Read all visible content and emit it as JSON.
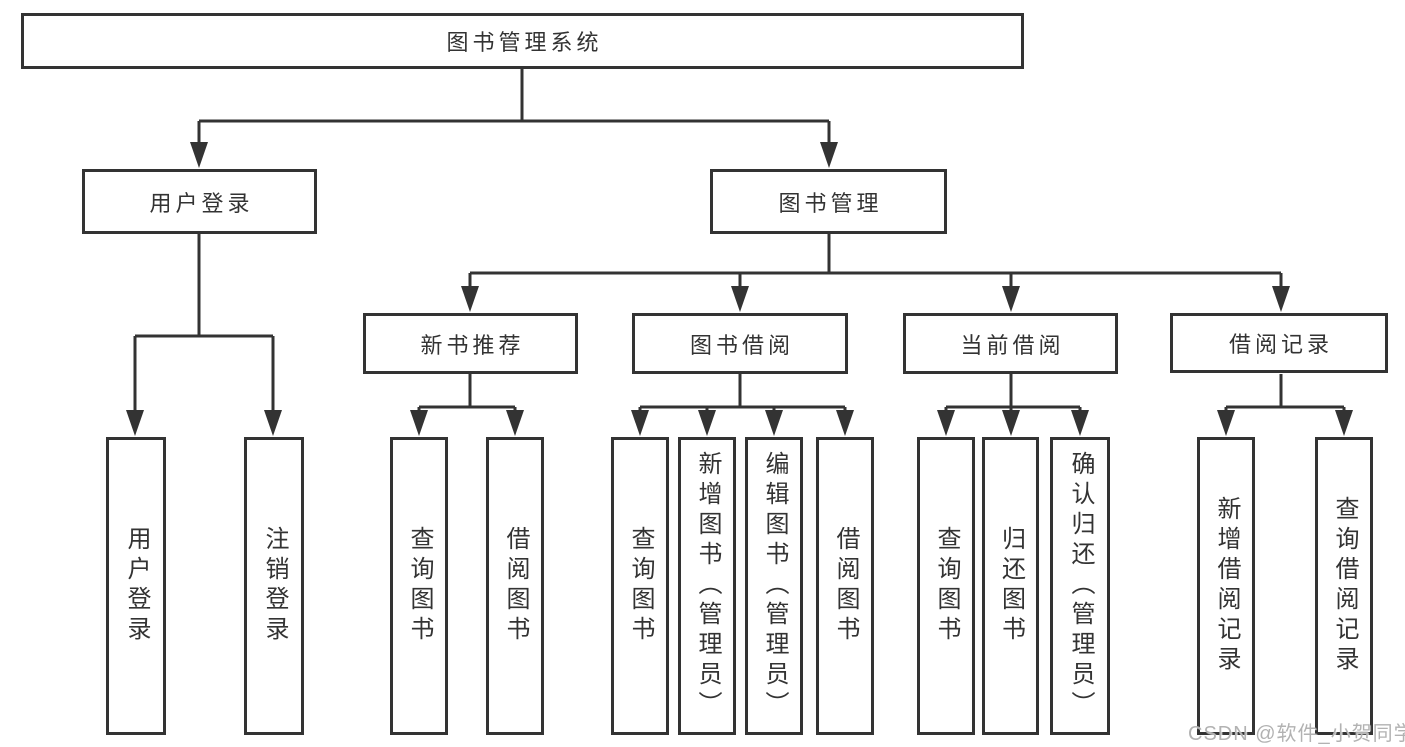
{
  "tree": {
    "label": "图书管理系统",
    "children": [
      {
        "label": "用户登录",
        "children": [
          {
            "label": "用户登录"
          },
          {
            "label": "注销登录"
          }
        ]
      },
      {
        "label": "图书管理",
        "children": [
          {
            "label": "新书推荐",
            "children": [
              {
                "label": "查询图书"
              },
              {
                "label": "借阅图书"
              }
            ]
          },
          {
            "label": "图书借阅",
            "children": [
              {
                "label": "查询图书"
              },
              {
                "label": "新增图书（管理员）"
              },
              {
                "label": "编辑图书（管理员）"
              },
              {
                "label": "借阅图书"
              }
            ]
          },
          {
            "label": "当前借阅",
            "children": [
              {
                "label": "查询图书"
              },
              {
                "label": "归还图书"
              },
              {
                "label": "确认归还（管理员）"
              }
            ]
          },
          {
            "label": "借阅记录",
            "children": [
              {
                "label": "新增借阅记录"
              },
              {
                "label": "查询借阅记录"
              }
            ]
          }
        ]
      }
    ]
  },
  "watermark": {
    "text": "CSDN @软件_小贺同学"
  },
  "colors": {
    "line": "#333333",
    "box_border": "#333333",
    "box_background": "#ffffff",
    "text": "#333333",
    "watermark": "#b2b2b2",
    "page_background": "#ffffff"
  }
}
